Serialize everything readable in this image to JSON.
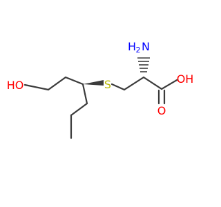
{
  "molecule": {
    "atoms": {
      "sulfur": {
        "text": "S",
        "color": "#b8b800"
      },
      "amino_n": {
        "text": "N",
        "color": "#0000ff"
      },
      "amino_h": {
        "text": "H",
        "color": "#0000ff"
      },
      "amino_h_count": {
        "text": "2",
        "color": "#0000ff"
      },
      "acid_oh": {
        "text": "OH",
        "color": "#ff0000"
      },
      "acid_o": {
        "text": "O",
        "color": "#ff0000"
      },
      "alcohol_ho": {
        "text": "HO",
        "color": "#ff0000"
      }
    },
    "bond_color": "#3b3b3b"
  }
}
